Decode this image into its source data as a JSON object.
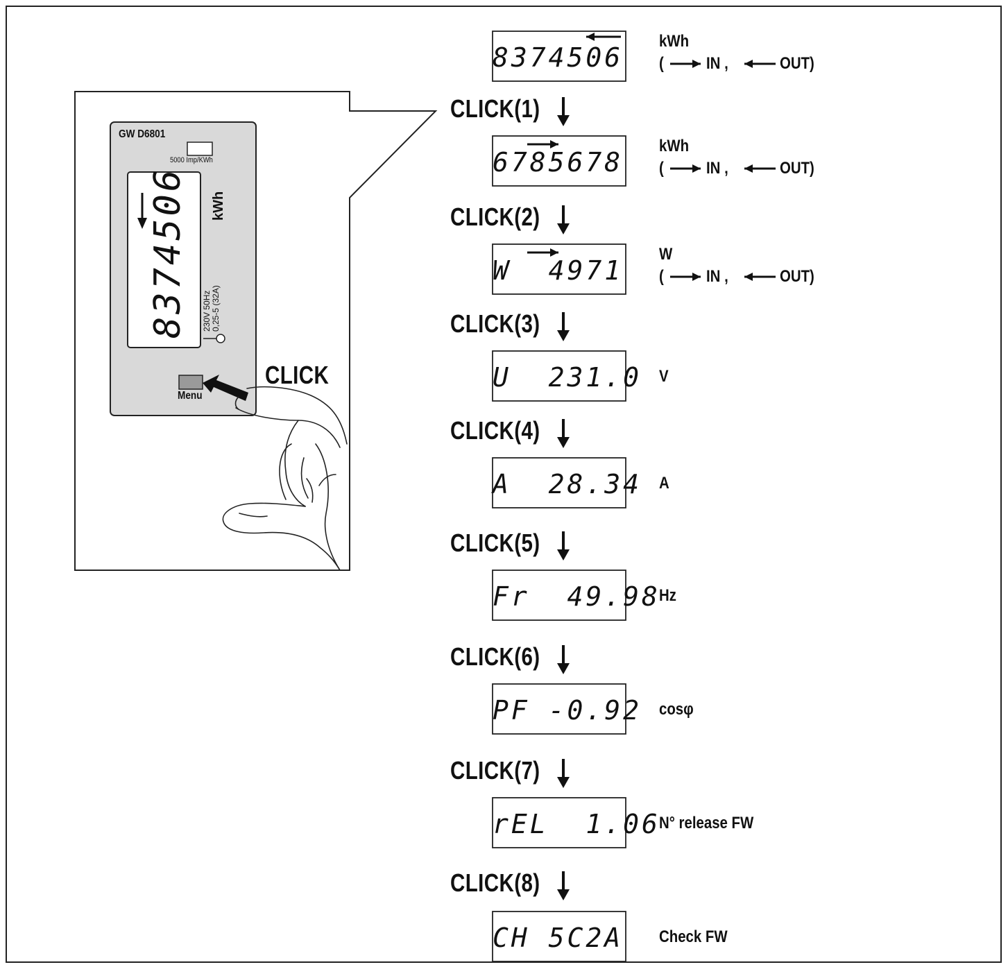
{
  "device": {
    "model": "GW D6801",
    "led_label": "5000 Imp/KWh",
    "unit_label": "kWh",
    "spec_line1": "230V 50Hz",
    "spec_line2": "0,25-5 (32A)",
    "display_value": "8374506",
    "menu_label": "Menu",
    "click_label": "CLICK"
  },
  "legend": {
    "in_label": "IN ,",
    "out_label": "OUT)",
    "open_paren": "("
  },
  "steps": [
    {
      "display": "8374506",
      "unit": "kWh",
      "arrow": "out",
      "has_legend": true
    },
    {
      "click": "CLICK(1)",
      "display": "6785678",
      "unit": "kWh",
      "arrow": "in",
      "has_legend": true
    },
    {
      "click": "CLICK(2)",
      "display": "W  4971",
      "unit": "W",
      "arrow": "in",
      "has_legend": true
    },
    {
      "click": "CLICK(3)",
      "display": "U  231.0",
      "unit": "V"
    },
    {
      "click": "CLICK(4)",
      "display": "A  28.34",
      "unit": "A"
    },
    {
      "click": "CLICK(5)",
      "display": "Fr  49.98",
      "unit": "Hz"
    },
    {
      "click": "CLICK(6)",
      "display": "PF -0.92",
      "unit": "cosφ"
    },
    {
      "click": "CLICK(7)",
      "display": "rEL  1.06",
      "unit": "N° release FW"
    },
    {
      "click": "CLICK(8)",
      "display": "CH 5C2A",
      "unit": "Check FW"
    }
  ],
  "colors": {
    "line": "#222222",
    "panel": "#d9d9d9",
    "button": "#9a9a9a",
    "white": "#ffffff"
  }
}
